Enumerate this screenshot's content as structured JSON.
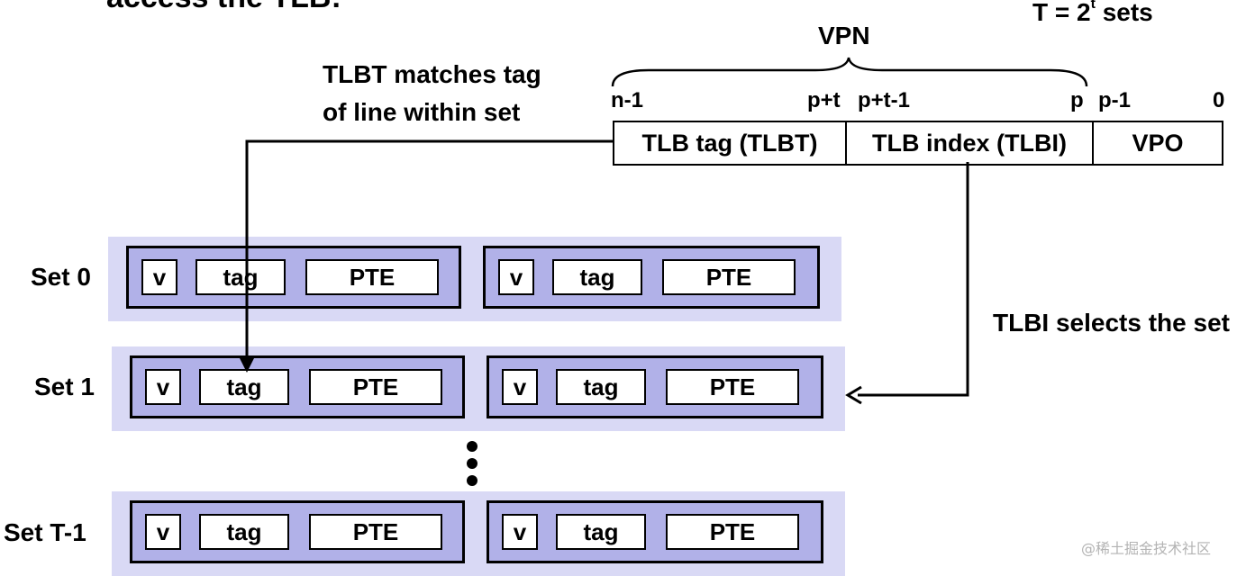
{
  "heading_fragment": "access the TLB:",
  "t_sets": {
    "prefix": "T = 2",
    "exp": "t",
    "suffix": " sets"
  },
  "vpn_label": "VPN",
  "tlbt_note": [
    "TLBT matches tag",
    "of line within set"
  ],
  "tlbi_note": "TLBI selects the set",
  "bit_labels": {
    "n_minus_1": "n-1",
    "p_plus_t": "p+t",
    "p_plus_t_minus_1": "p+t-1",
    "p": "p",
    "p_minus_1": "p-1",
    "zero": "0"
  },
  "fields": [
    "TLB tag (TLBT)",
    "TLB index (TLBI)",
    "VPO"
  ],
  "sets": [
    {
      "label": "Set 0",
      "lines": [
        {
          "v": "v",
          "tag": "tag",
          "pte": "PTE"
        },
        {
          "v": "v",
          "tag": "tag",
          "pte": "PTE"
        }
      ]
    },
    {
      "label": "Set 1",
      "lines": [
        {
          "v": "v",
          "tag": "tag",
          "pte": "PTE"
        },
        {
          "v": "v",
          "tag": "tag",
          "pte": "PTE"
        }
      ]
    },
    {
      "label": "Set T-1",
      "lines": [
        {
          "v": "v",
          "tag": "tag",
          "pte": "PTE"
        },
        {
          "v": "v",
          "tag": "tag",
          "pte": "PTE"
        }
      ]
    }
  ],
  "watermark": "@稀土掘金技术社区"
}
